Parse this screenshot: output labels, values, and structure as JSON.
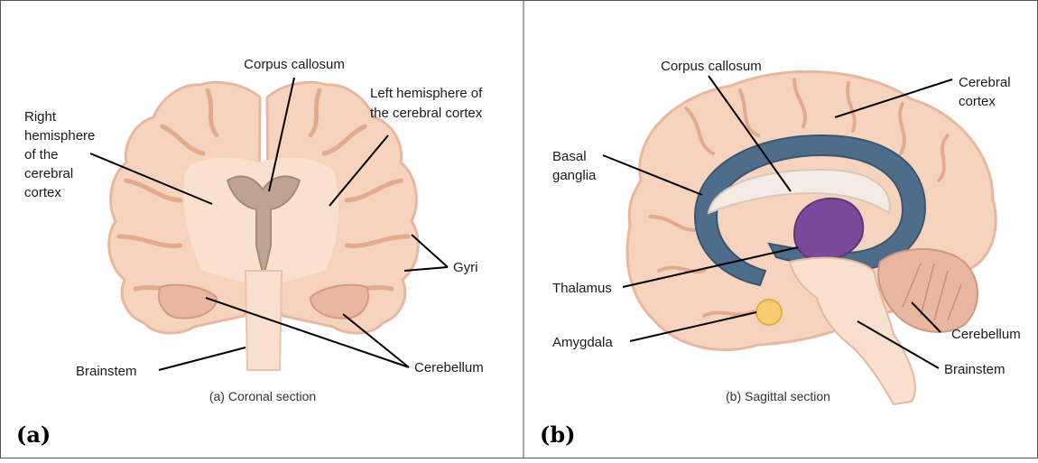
{
  "panel_a": {
    "letter": "(a)",
    "caption": "(a) Coronal section",
    "labels": {
      "corpus_callosum": "Corpus callosum",
      "left_hemisphere_1": "Left hemisphere of",
      "left_hemisphere_2": "the cerebral cortex",
      "right_hemisphere_1": "Right",
      "right_hemisphere_2": "hemisphere",
      "right_hemisphere_3": "of the",
      "right_hemisphere_4": "cerebral",
      "right_hemisphere_5": "cortex",
      "gyri": "Gyri",
      "brainstem": "Brainstem",
      "cerebellum": "Cerebellum"
    }
  },
  "panel_b": {
    "letter": "(b)",
    "caption": "(b) Sagittal section",
    "labels": {
      "corpus_callosum": "Corpus callosum",
      "cerebral_cortex_1": "Cerebral",
      "cerebral_cortex_2": "cortex",
      "basal_ganglia_1": "Basal",
      "basal_ganglia_2": "ganglia",
      "thalamus": "Thalamus",
      "amygdala": "Amygdala",
      "cerebellum": "Cerebellum",
      "brainstem": "Brainstem"
    }
  },
  "colors": {
    "tissue": "#f6d3bd",
    "tissue_edge": "#e7b79f",
    "white_matter": "#f9e1cf",
    "ventricle": "#bfa393",
    "basal_ganglia": "#4e6d8a",
    "thalamus": "#7a4a9a",
    "amygdala": "#f6cc6e",
    "border": "#555555"
  }
}
